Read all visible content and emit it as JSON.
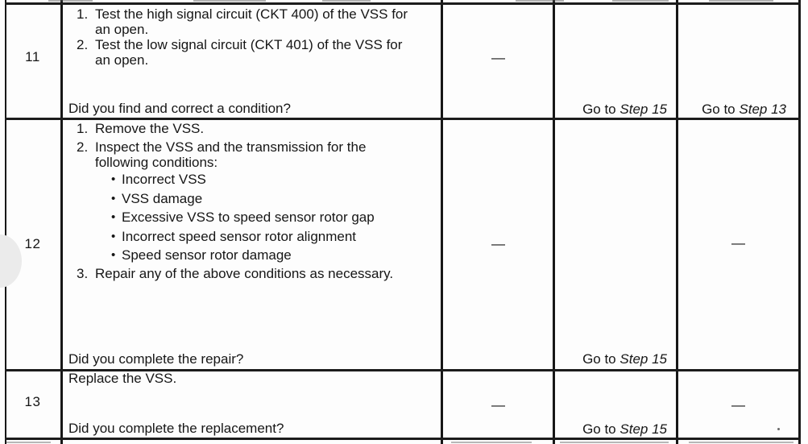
{
  "colors": {
    "ink": "#161616",
    "line": "#1c1c1c",
    "paper": "#fdfdfd"
  },
  "rows": [
    {
      "step": "11",
      "items": [
        {
          "marker": "1.",
          "text": "Test the high signal circuit (CKT 400) of the VSS for an open."
        },
        {
          "marker": "2.",
          "text": "Test the low signal circuit (CKT 401) of the VSS for an open."
        }
      ],
      "question": "Did you find and correct a condition?",
      "value": "—",
      "yes": {
        "prefix": "Go to",
        "target": "Step 15"
      },
      "no": {
        "prefix": "Go to",
        "target": "Step 13"
      }
    },
    {
      "step": "12",
      "items": [
        {
          "marker": "1.",
          "text": "Remove the VSS."
        },
        {
          "marker": "2.",
          "text": "Inspect the VSS and the transmission for the following conditions:"
        },
        {
          "marker": "•",
          "text": "Incorrect VSS"
        },
        {
          "marker": "•",
          "text": "VSS damage"
        },
        {
          "marker": "•",
          "text": "Excessive VSS to speed sensor rotor gap"
        },
        {
          "marker": "•",
          "text": "Incorrect speed sensor rotor alignment"
        },
        {
          "marker": "•",
          "text": "Speed sensor rotor damage"
        },
        {
          "marker": "3.",
          "text": "Repair any of the above conditions as necessary."
        }
      ],
      "question": "Did you complete the repair?",
      "value": "—",
      "yes": {
        "prefix": "Go to",
        "target": "Step 15"
      },
      "no": {
        "value": "—"
      }
    },
    {
      "step": "13",
      "action": "Replace the VSS.",
      "question": "Did you complete the replacement?",
      "value": "—",
      "yes": {
        "prefix": "Go to",
        "target": "Step 15"
      },
      "no": {
        "value": "—"
      }
    }
  ]
}
